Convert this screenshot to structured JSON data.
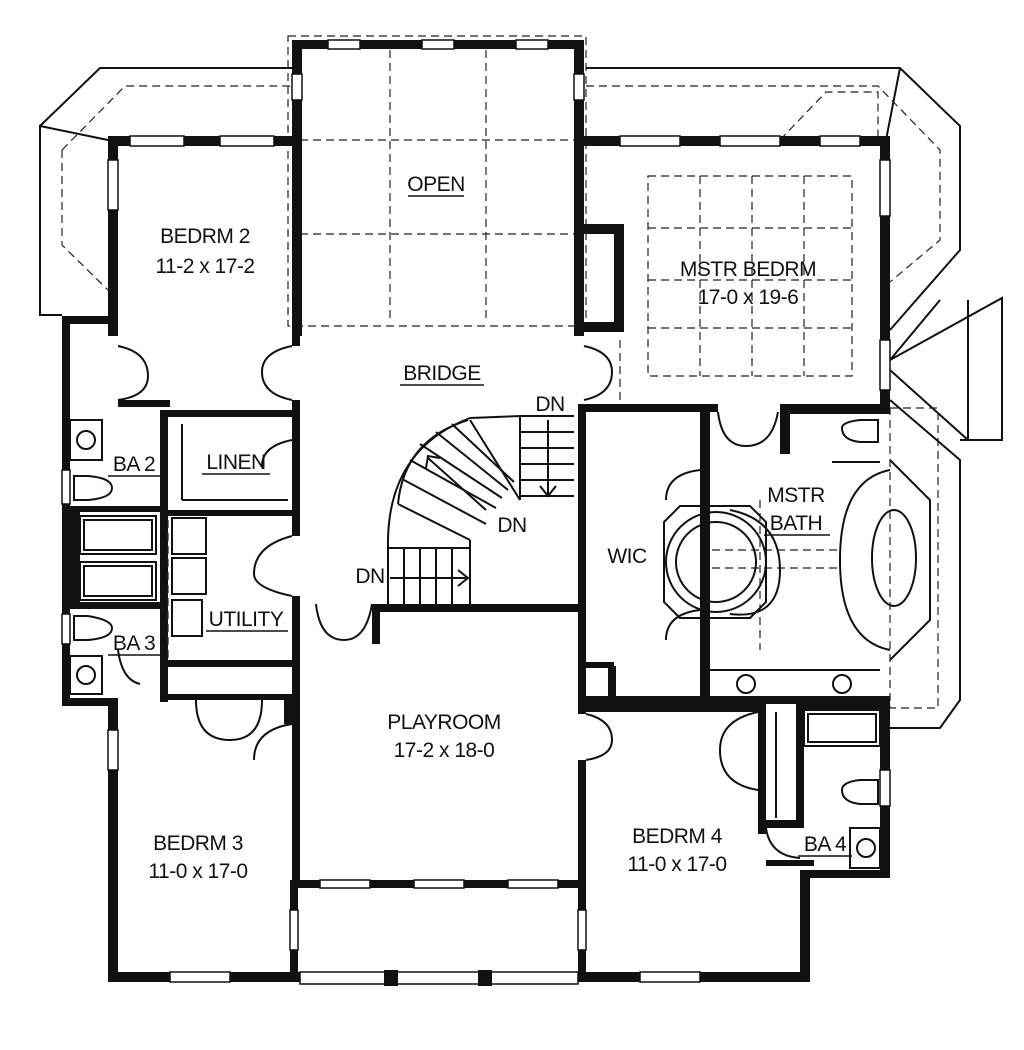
{
  "rooms": {
    "bedrm2": {
      "name": "BEDRM 2",
      "size": "11-2 x 17-2"
    },
    "open": {
      "name": "OPEN"
    },
    "mstr_bedrm": {
      "name": "MSTR BEDRM",
      "size": "17-0 x 19-6"
    },
    "bridge": {
      "name": "BRIDGE"
    },
    "ba2": {
      "name": "BA 2"
    },
    "linen": {
      "name": "LINEN"
    },
    "wic": {
      "name": "WIC"
    },
    "mstr_bath": {
      "name": "MSTR",
      "name2": "BATH"
    },
    "utility": {
      "name": "UTILITY"
    },
    "ba3": {
      "name": "BA 3"
    },
    "playroom": {
      "name": "PLAYROOM",
      "size": "17-2 x 18-0"
    },
    "bedrm3": {
      "name": "BEDRM 3",
      "size": "11-0 x 17-0"
    },
    "bedrm4": {
      "name": "BEDRM 4",
      "size": "11-0 x 17-0"
    },
    "ba4": {
      "name": "BA 4"
    }
  },
  "stairs": {
    "dn_top": "DN",
    "dn_middle": "DN",
    "dn_left": "DN"
  },
  "colors": {
    "ink": "#111111",
    "background": "#ffffff"
  }
}
